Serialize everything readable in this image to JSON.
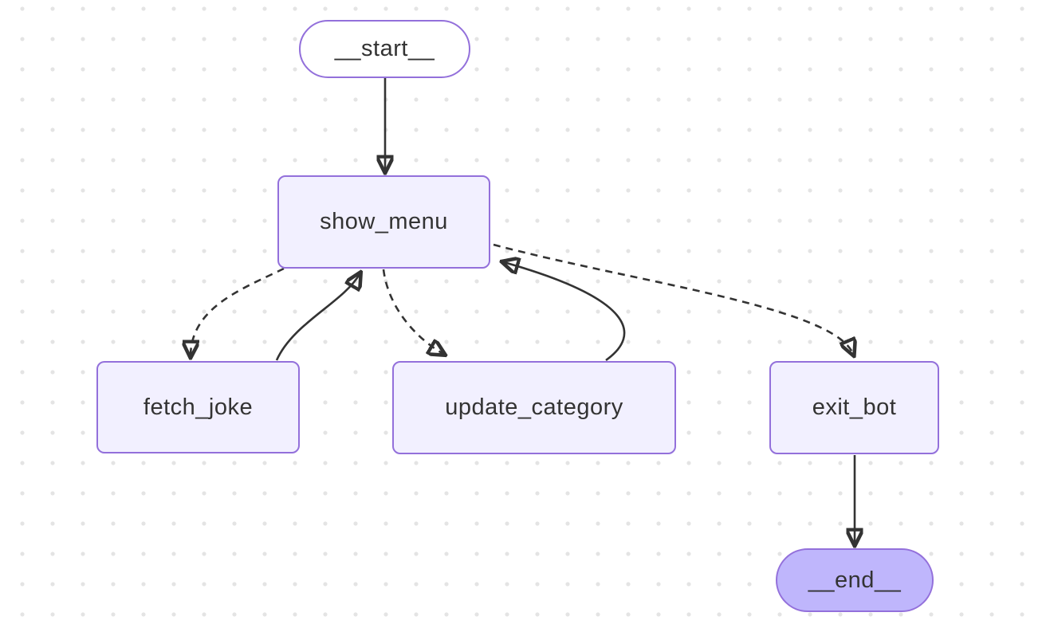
{
  "diagram": {
    "type": "flowchart",
    "direction": "top-down",
    "nodes": {
      "start": {
        "label": "__start__",
        "shape": "stadium"
      },
      "show_menu": {
        "label": "show_menu",
        "shape": "rounded-rect"
      },
      "fetch_joke": {
        "label": "fetch_joke",
        "shape": "rounded-rect"
      },
      "update_category": {
        "label": "update_category",
        "shape": "rounded-rect"
      },
      "exit_bot": {
        "label": "exit_bot",
        "shape": "rounded-rect"
      },
      "end": {
        "label": "__end__",
        "shape": "stadium"
      }
    },
    "edges": [
      {
        "from": "__start__",
        "to": "show_menu",
        "style": "solid"
      },
      {
        "from": "show_menu",
        "to": "fetch_joke",
        "style": "dashed"
      },
      {
        "from": "fetch_joke",
        "to": "show_menu",
        "style": "solid"
      },
      {
        "from": "show_menu",
        "to": "update_category",
        "style": "dashed"
      },
      {
        "from": "update_category",
        "to": "show_menu",
        "style": "solid"
      },
      {
        "from": "show_menu",
        "to": "exit_bot",
        "style": "dashed"
      },
      {
        "from": "exit_bot",
        "to": "__end__",
        "style": "solid"
      }
    ],
    "colors": {
      "node_fill": "#f2f0ff",
      "node_border": "#9370db",
      "start_fill": "#ffffff",
      "end_fill": "#bfb6fc",
      "text": "#333333",
      "edge": "#333333",
      "dot": "#e4e4e4",
      "bg": "#ffffff"
    }
  }
}
